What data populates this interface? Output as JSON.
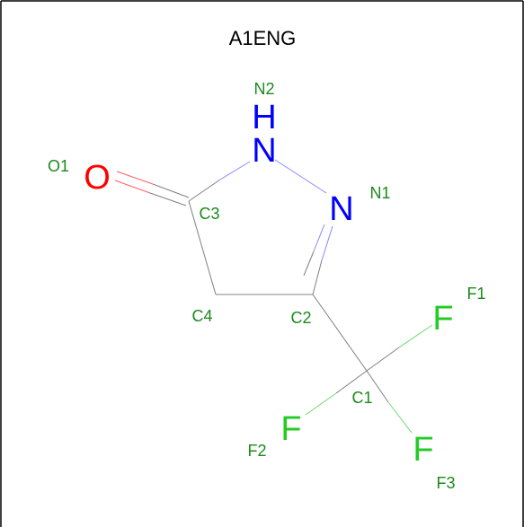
{
  "title": "A1ENG",
  "colors": {
    "background": "#ffffff",
    "frame": "#000000",
    "carbon_bond": "#808080",
    "label_green": "#1a8a1a",
    "nitrogen": "#0000ff",
    "oxygen": "#ff0000",
    "fluorine": "#22cc22"
  },
  "atoms": {
    "O1": {
      "symbol": "O",
      "label": "O1"
    },
    "N2": {
      "symbol": "N",
      "label": "N2",
      "hydrogen": "H"
    },
    "N1": {
      "symbol": "N",
      "label": "N1"
    },
    "C3": {
      "label": "C3"
    },
    "C4": {
      "label": "C4"
    },
    "C2": {
      "label": "C2"
    },
    "C1": {
      "label": "C1"
    },
    "F1": {
      "symbol": "F",
      "label": "F1"
    },
    "F2": {
      "symbol": "F",
      "label": "F2"
    },
    "F3": {
      "symbol": "F",
      "label": "F3"
    }
  }
}
